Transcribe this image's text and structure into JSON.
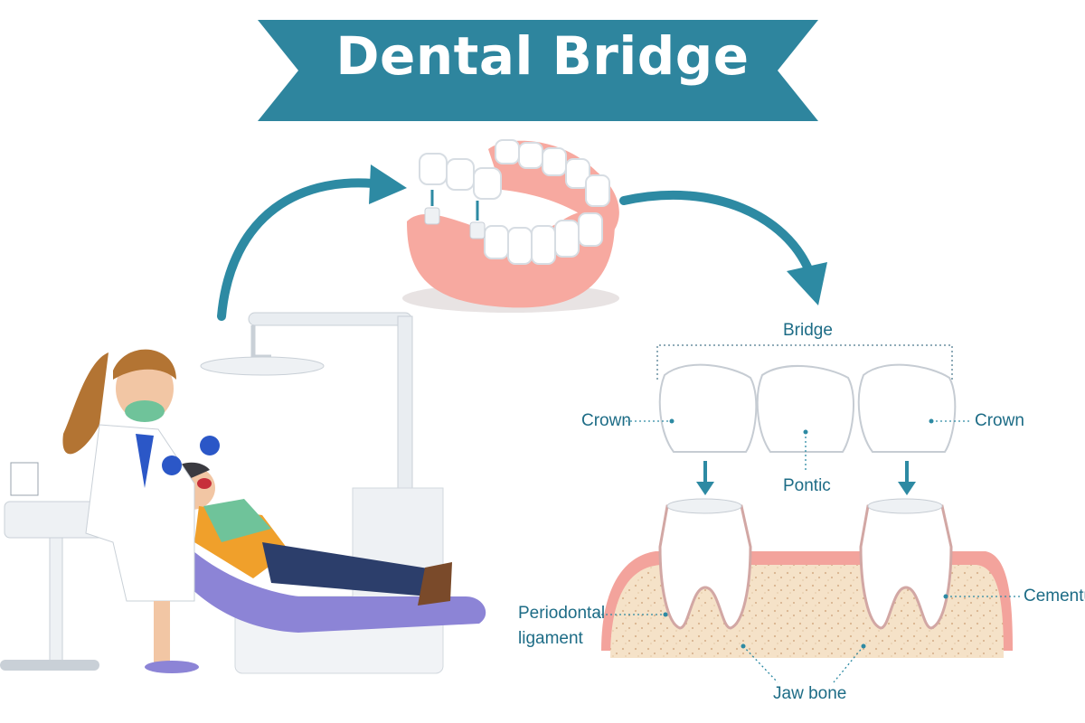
{
  "title": "Dental Bridge",
  "labels": {
    "bridge": "Bridge",
    "crown_left": "Crown",
    "crown_right": "Crown",
    "pontic": "Pontic",
    "periodontal_line1": "Periodontal",
    "periodontal_line2": "ligament",
    "cementum": "Cementum",
    "jaw_bone": "Jaw bone"
  },
  "colors": {
    "accent": "#2d8aa3",
    "label": "#1d6c86",
    "gum": "#f3a39c",
    "bone": "#f3dcc0",
    "tooth": "#ffffff",
    "chair": "#8c84d6",
    "glove": "#2b57c7"
  },
  "icons": [
    "dentist-figure",
    "patient-figure",
    "dental-chair",
    "denture-model",
    "curved-arrow"
  ]
}
